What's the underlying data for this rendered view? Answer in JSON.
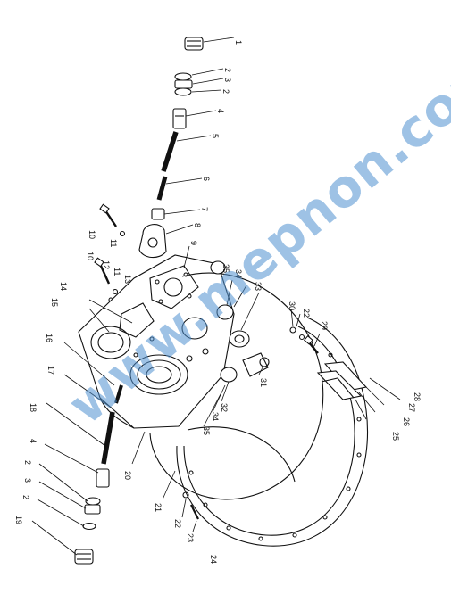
{
  "diagram": {
    "watermark_text": "www.mepnon.com",
    "watermark_color": "#4f8fcf",
    "line_color": "#111111",
    "callouts": [
      "1",
      "2",
      "3",
      "2",
      "4",
      "5",
      "6",
      "7",
      "8",
      "9",
      "10",
      "11",
      "10",
      "12",
      "11",
      "13",
      "14",
      "15",
      "16",
      "17",
      "18",
      "4",
      "2",
      "3",
      "2",
      "19",
      "20",
      "21",
      "22",
      "23",
      "24",
      "25",
      "26",
      "27",
      "28",
      "29",
      "22",
      "30",
      "33",
      "34",
      "35",
      "31",
      "32",
      "34",
      "35"
    ]
  }
}
